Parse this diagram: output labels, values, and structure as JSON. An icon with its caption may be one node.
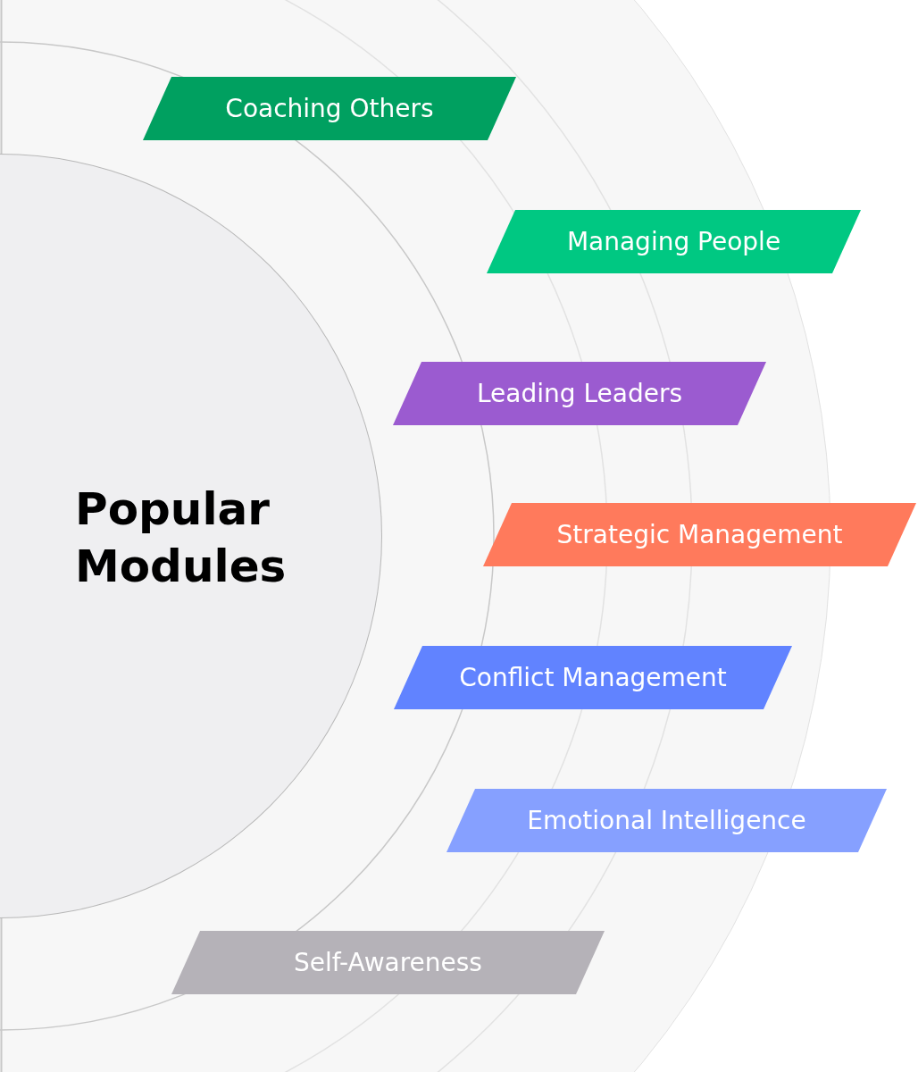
{
  "diagram": {
    "nodes": [
      {
        "text": [
          "Popular Modules"
        ]
      },
      {
        "text": [
          "Coaching Others"
        ]
      },
      {
        "text": [
          "Managing People"
        ]
      },
      {
        "text": [
          "Leading Leaders"
        ]
      },
      {
        "text": [
          "Strategic Management"
        ]
      },
      {
        "text": [
          "Conflict Management"
        ]
      },
      {
        "text": [
          "Emotional Intelligence"
        ]
      },
      {
        "text": [
          "Self-Awareness"
        ]
      }
    ]
  }
}
